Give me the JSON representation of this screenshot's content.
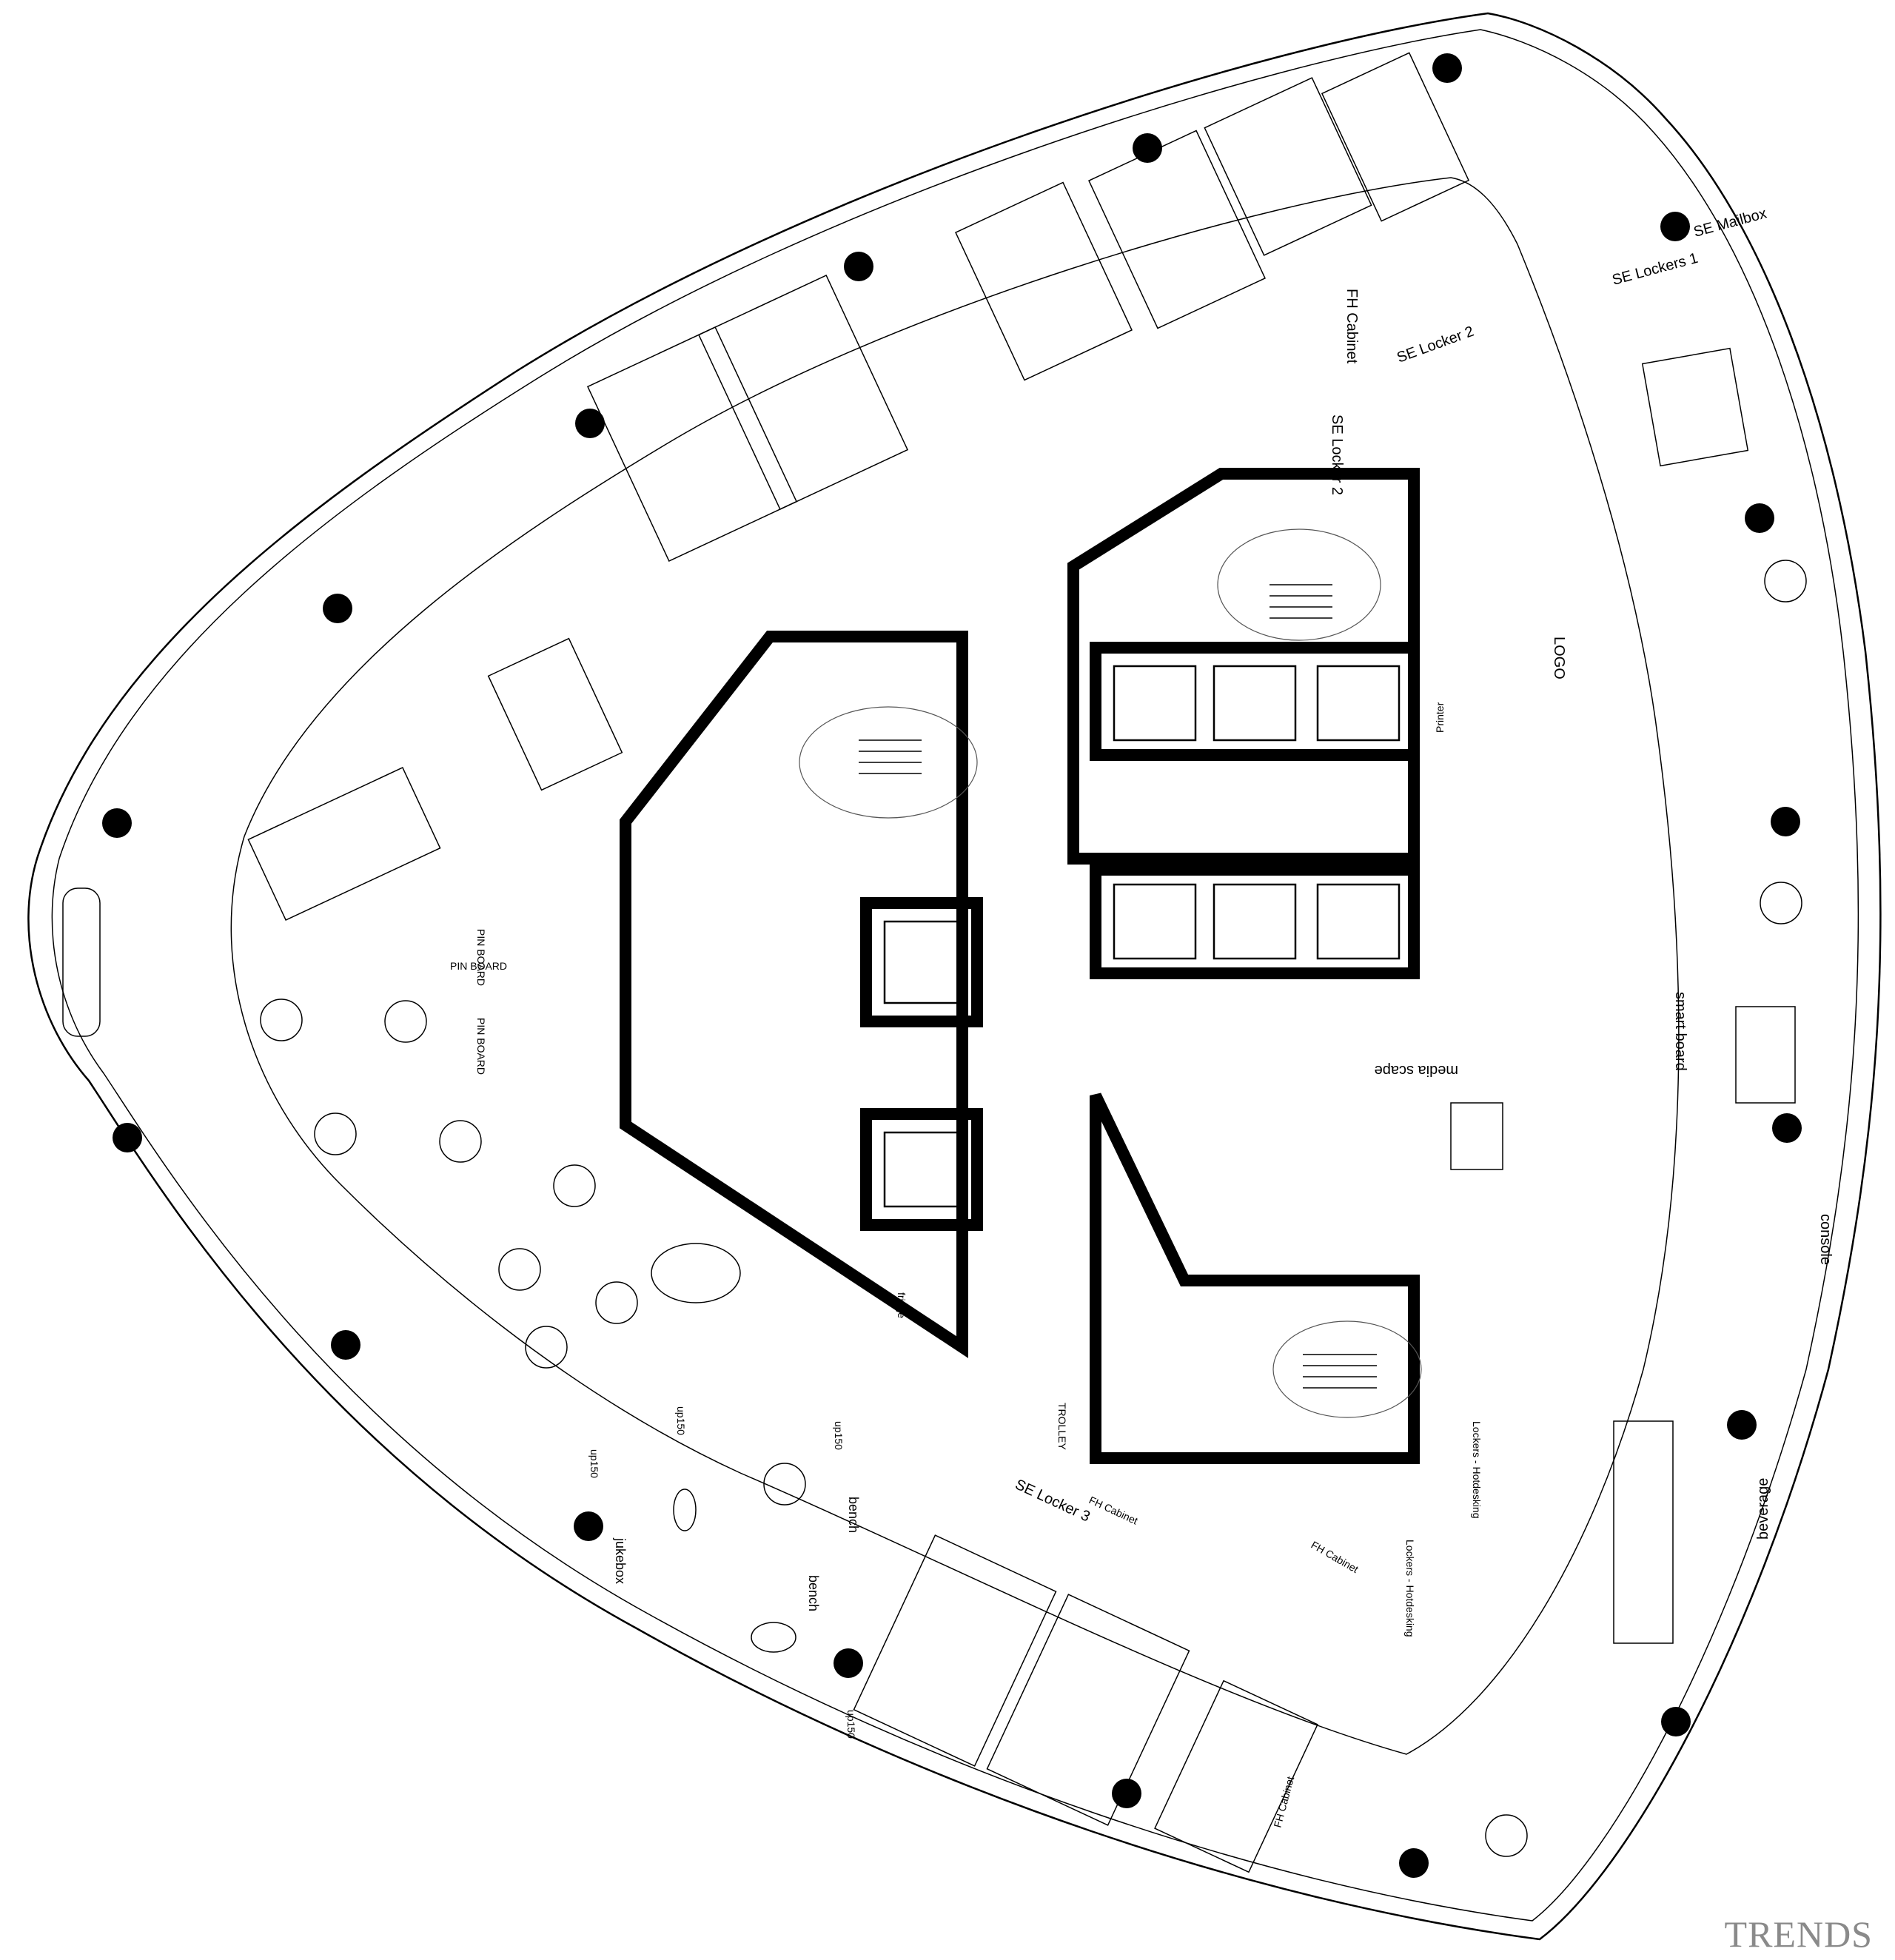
{
  "watermark": "TRENDS",
  "labels": {
    "fh_cabinet": "FH Cabinet",
    "se_lockers_1": "SE Lockers 1",
    "se_mailbox": "SE Mailbox",
    "se_locker_2": "SE Locker 2",
    "se_locker_2b": "SE Locker 2",
    "logo": "LOGO",
    "printer": "Printer",
    "pin_board_1": "PIN BOARD",
    "pin_board_2": "PIN BOARD",
    "pin_board_3": "PIN BOARD",
    "media_scape": "media scape",
    "smart_board": "smart board",
    "console": "console",
    "beverage": "beverage",
    "jukebox": "jukebox",
    "bench_1": "bench",
    "bench_2": "bench",
    "up150_1": "up150",
    "up150_2": "up150",
    "up150_3": "up150",
    "up150_4": "up150",
    "fridge": "fridge",
    "se_locker_3": "SE Locker 3",
    "fh_cabinet_2": "FH Cabinet",
    "trolley": "TROLLEY",
    "lockers_hotdesking": "Lockers - Hotdesking",
    "fh_cabinet_3": "FH Cabinet",
    "fh_cabinet_4": "FH Cabinet",
    "lockers_hotdesking_2": "Lockers - Hotdesking"
  }
}
